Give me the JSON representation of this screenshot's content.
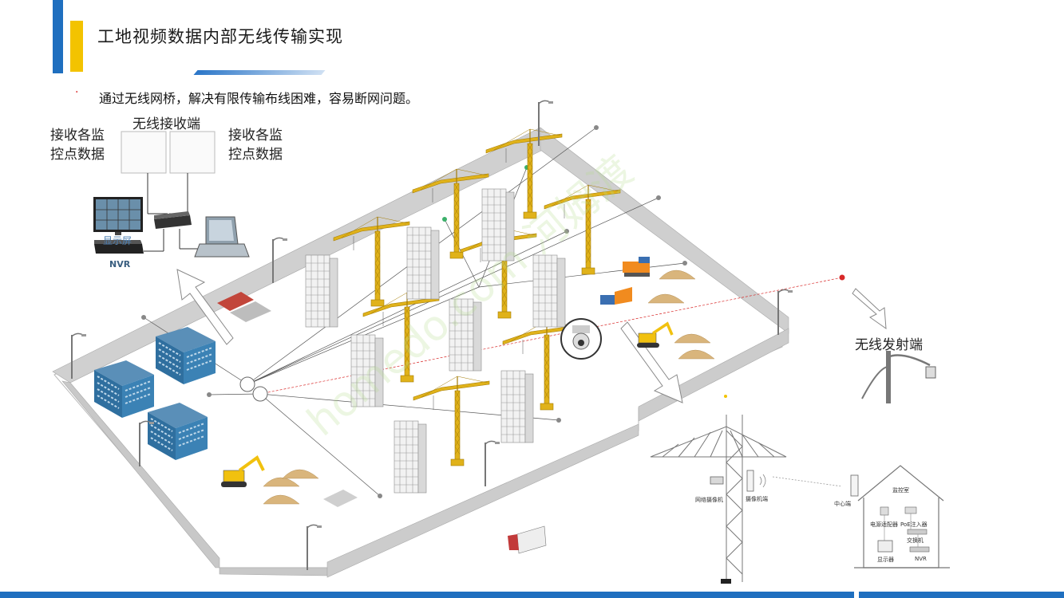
{
  "header": {
    "title": "工地视频数据内部无线传输实现",
    "subtitle": "通过无线网桥，解决有限传输布线困难，容易断网问题。",
    "bullet": "·"
  },
  "receiver": {
    "title": "无线接收端",
    "left_label_line1": "接收各监",
    "left_label_line2": "控点数据",
    "right_label_line1": "接收各监",
    "right_label_line2": "控点数据",
    "monitor_label": "显示屏",
    "nvr_label": "NVR"
  },
  "transmitter": {
    "title": "无线发射端"
  },
  "tower_detail": {
    "camera_label": "网络摄像机",
    "bridge_label": "摄像机端"
  },
  "control_room": {
    "center_label": "中心端",
    "room_label": "监控室",
    "adapter_label": "电源适配器",
    "poe_label": "PoE注入器",
    "switch_label": "交换机",
    "display_label": "显示器",
    "nvr_label": "NVR"
  },
  "watermark": "homedo.com 河姆渡",
  "colors": {
    "accent_blue": "#1f6fbf",
    "accent_yellow": "#f3c300",
    "crane": "#e0b21a",
    "ground": "#ffffff",
    "wall": "#cfcfcf",
    "building_blue": "#2f6f9f",
    "sand": "#d9b57c",
    "red_link": "#d82828"
  }
}
